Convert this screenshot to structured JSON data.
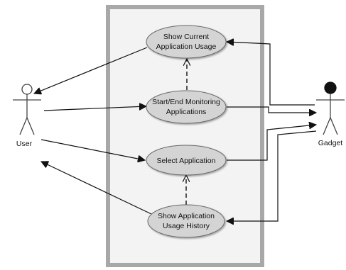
{
  "diagram": {
    "actors": {
      "user": {
        "label": "User",
        "head_fill": "#ffffff"
      },
      "gadget": {
        "label": "Gadget",
        "head_fill": "#111111"
      }
    },
    "use_cases": {
      "show_current": {
        "line1": "Show Current",
        "line2": "Application Usage"
      },
      "start_end": {
        "line1": "Start/End Monitoring",
        "line2": "Applications"
      },
      "select_app": {
        "line1": "Select Application"
      },
      "show_history": {
        "line1": "Show Application",
        "line2": "Usage History"
      }
    },
    "colors": {
      "boundary_border": "#a8a8a8",
      "boundary_fill": "#f3f3f3",
      "use_case_fill": "#d4d4d4",
      "use_case_stroke": "#6a6a6a",
      "line": "#111111"
    }
  }
}
